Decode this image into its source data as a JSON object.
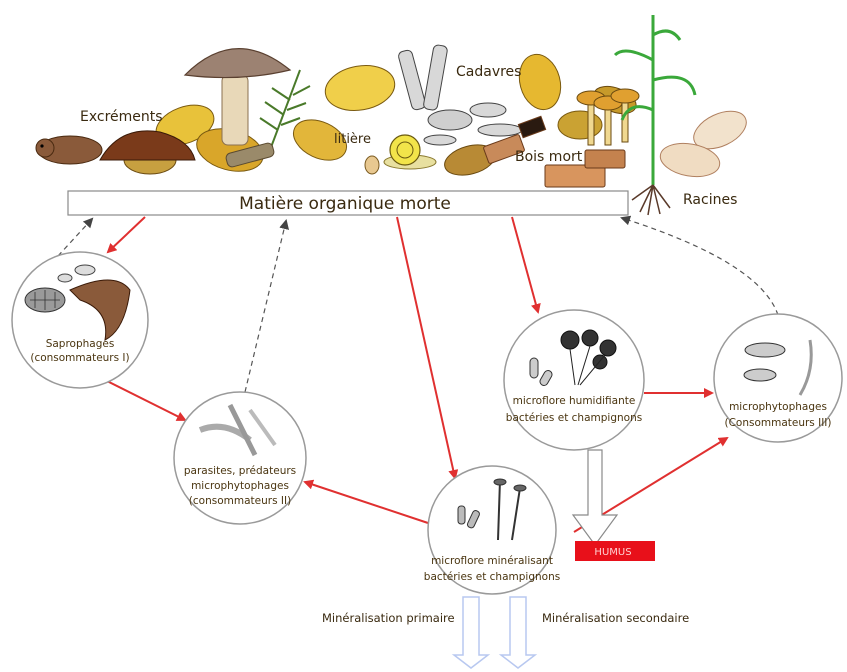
{
  "top_labels": {
    "excrements": "Excréments",
    "cadavres": "Cadavres",
    "litiere": "litière",
    "bois_mort": "Bois mort",
    "racines": "Racines"
  },
  "bar_label": "Matière organique morte",
  "nodes": {
    "saprophages": {
      "line1": "Saprophages",
      "line2": "(consommateurs I)"
    },
    "parasites": {
      "line1": "parasites, prédateurs",
      "line2": "microphytophages",
      "line3": "(consommateurs II)"
    },
    "humidifiante": {
      "line1": "microflore humidifiante",
      "line2": "bactéries et champignons"
    },
    "microphytophages": {
      "line1": "microphytophages",
      "line2": "(Consommateurs III)"
    },
    "mineralisant": {
      "line1": "microflore minéralisant",
      "line2": "bactéries et champignons"
    }
  },
  "humus_label": "HUMUS",
  "bottom_labels": {
    "primaire": "Minéralisation primaire",
    "secondaire": "Minéralisation secondaire"
  },
  "colors": {
    "flow_arrow": "#e03030",
    "return_arrow": "#555555",
    "humus_box": "#e8101a",
    "mineral_arrow": "#b8c8f0",
    "bar_border": "#8a8a8a"
  }
}
